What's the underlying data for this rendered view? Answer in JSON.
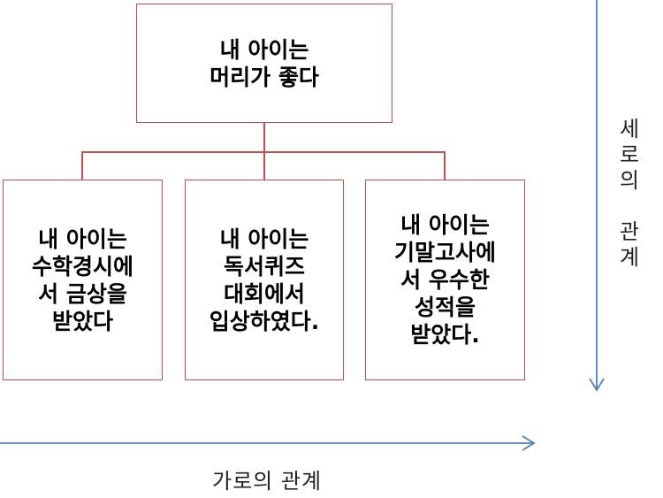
{
  "root": {
    "text": "내 아이는\n머리가 좋다"
  },
  "children": [
    {
      "text": "내 아이는\n수학경시에\n서 금상을\n받았다"
    },
    {
      "text": "내 아이는\n독서퀴즈\n대회에서\n입상하였다."
    },
    {
      "text": "내 아이는\n기말고사에\n서 우수한\n성적을\n받았다."
    }
  ],
  "axes": {
    "horizontal_label": "가로의 관계",
    "vertical_label": "세\n로\n의\n\n관\n계"
  },
  "colors": {
    "box_border": "#c0504d",
    "connector": "#c0504d",
    "arrow": "#4f81bd"
  }
}
